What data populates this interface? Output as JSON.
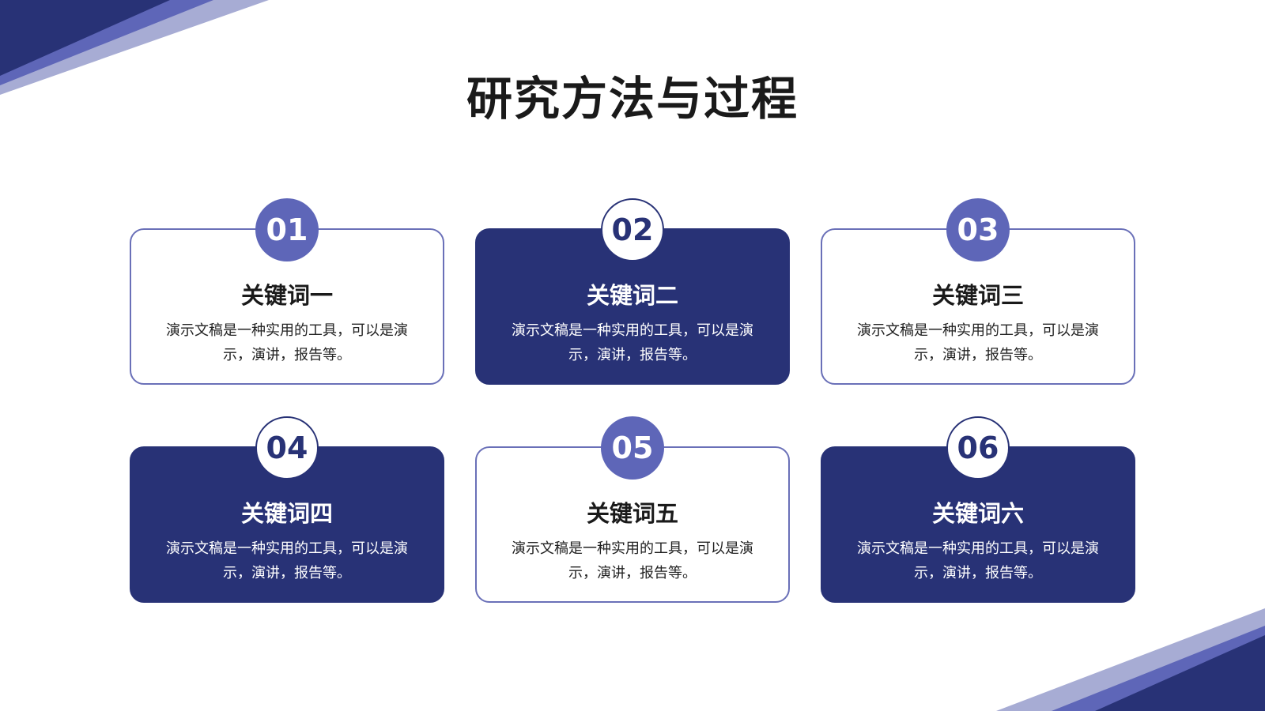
{
  "title": "研究方法与过程",
  "colors": {
    "navy": "#283276",
    "accent": "#5e66b8",
    "light_stripe": "#a7acd4",
    "text_dark": "#1a1a1a"
  },
  "cards": [
    {
      "number": "01",
      "title": "关键词一",
      "desc": "演示文稿是一种实用的工具，可以是演示，演讲，报告等。",
      "style": "outline"
    },
    {
      "number": "02",
      "title": "关键词二",
      "desc": "演示文稿是一种实用的工具，可以是演示，演讲，报告等。",
      "style": "filled"
    },
    {
      "number": "03",
      "title": "关键词三",
      "desc": "演示文稿是一种实用的工具，可以是演示，演讲，报告等。",
      "style": "outline"
    },
    {
      "number": "04",
      "title": "关键词四",
      "desc": "演示文稿是一种实用的工具，可以是演示，演讲，报告等。",
      "style": "filled"
    },
    {
      "number": "05",
      "title": "关键词五",
      "desc": "演示文稿是一种实用的工具，可以是演示，演讲，报告等。",
      "style": "outline"
    },
    {
      "number": "06",
      "title": "关键词六",
      "desc": "演示文稿是一种实用的工具，可以是演示，演讲，报告等。",
      "style": "filled"
    }
  ]
}
